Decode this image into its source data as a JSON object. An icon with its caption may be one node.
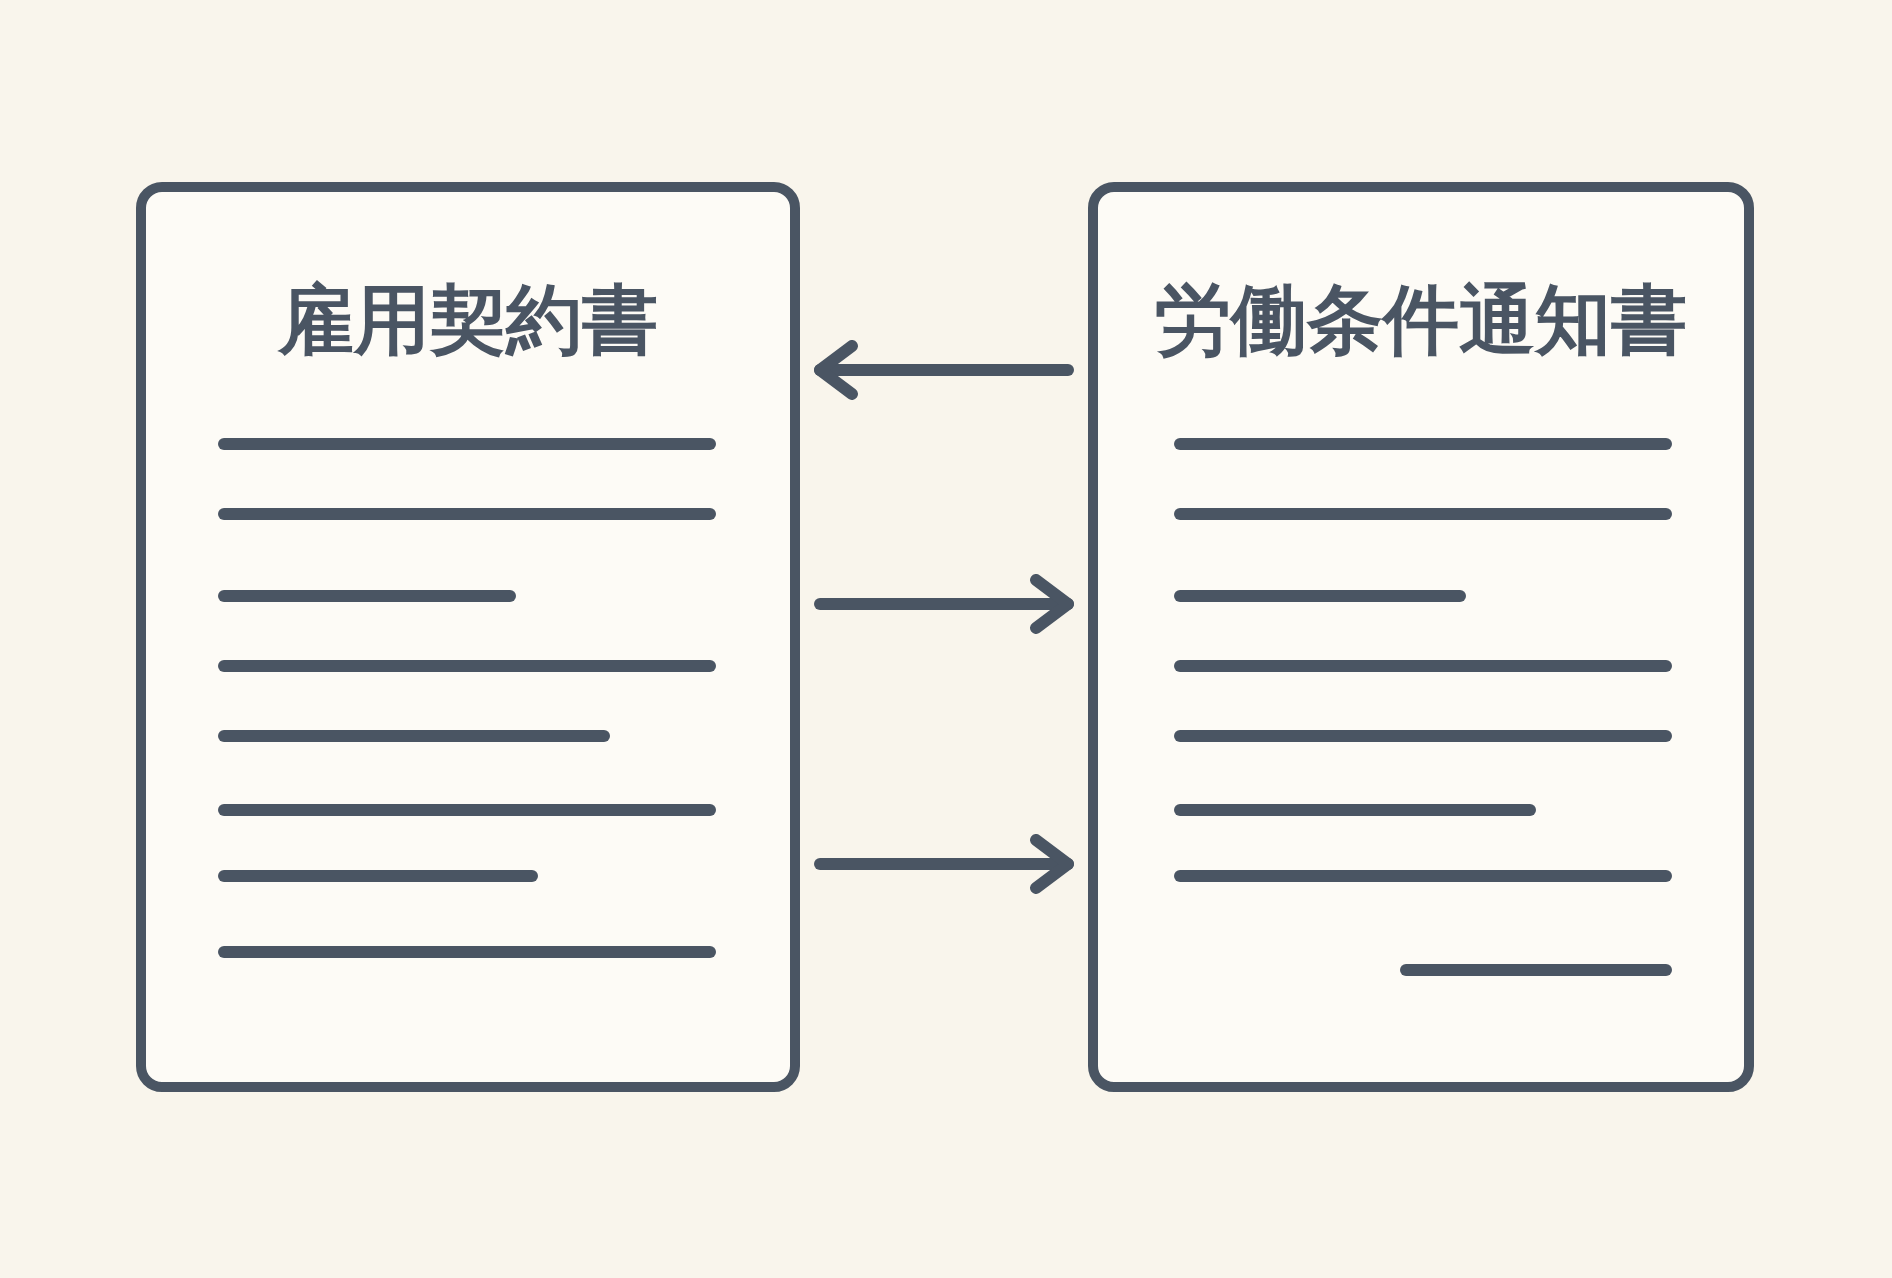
{
  "diagram": {
    "nodes": [
      {
        "text": [
          "雇用契約書"
        ]
      },
      {
        "text": [
          "労働条件通知書"
        ]
      }
    ],
    "edges": [
      {
        "from": 1,
        "to": 0,
        "arrow": "to"
      },
      {
        "from": 0,
        "to": 1,
        "arrow": "to"
      },
      {
        "from": 0,
        "to": 1,
        "arrow": "to"
      }
    ]
  }
}
